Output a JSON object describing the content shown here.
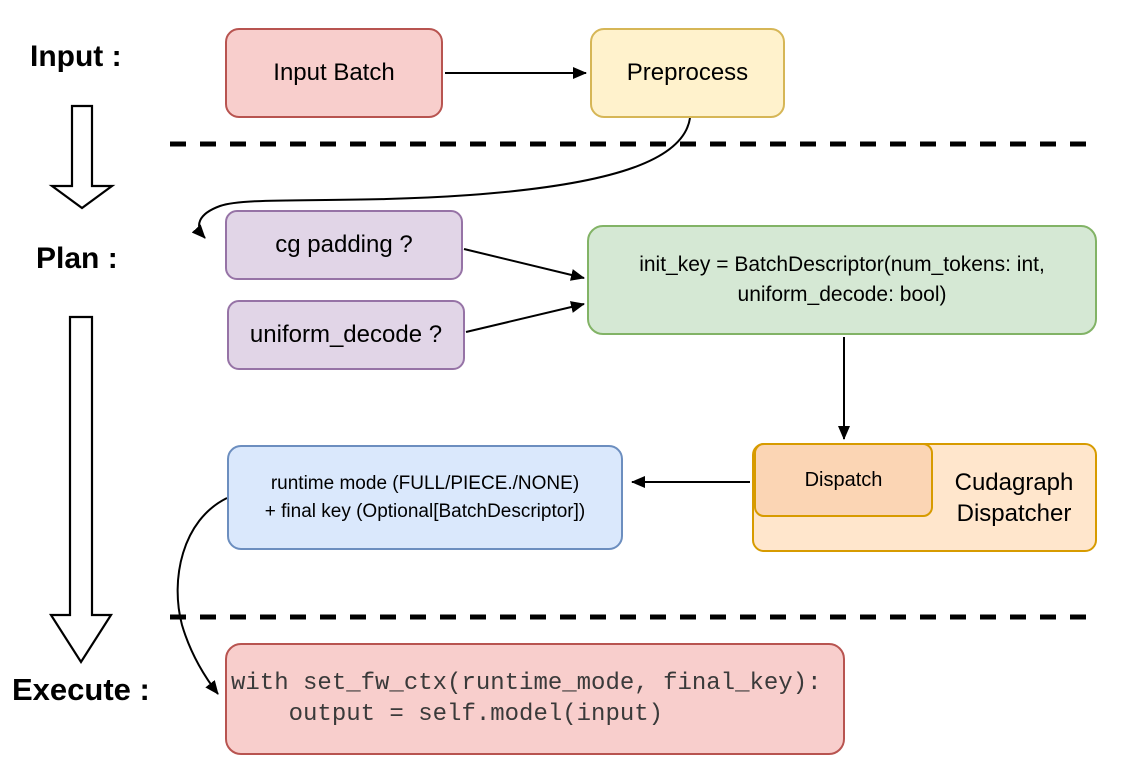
{
  "sections": {
    "input_label": "Input :",
    "plan_label": "Plan :",
    "execute_label": "Execute :"
  },
  "nodes": {
    "input_batch": {
      "label": "Input Batch",
      "fill": "#f8cecc",
      "stroke": "#b85450"
    },
    "preprocess": {
      "label": "Preprocess",
      "fill": "#fff2cc",
      "stroke": "#d6b656"
    },
    "cg_padding": {
      "label": "cg padding ?",
      "fill": "#e1d5e7",
      "stroke": "#9673a6"
    },
    "uniform_decode": {
      "label": "uniform_decode ?",
      "fill": "#e1d5e7",
      "stroke": "#9673a6"
    },
    "init_key": {
      "lines": [
        "init_key = BatchDescriptor(num_tokens: int,",
        "uniform_decode: bool)"
      ],
      "fill": "#d5e8d4",
      "stroke": "#82b366"
    },
    "dispatch": {
      "label": "Dispatch",
      "fill": "#fbd5b4",
      "stroke": "#d79b00"
    },
    "cudagraph_dispatcher": {
      "lines": [
        "Cudagraph",
        "Dispatcher"
      ],
      "fill": "#ffe6cc",
      "stroke": "#d79b00"
    },
    "runtime_final": {
      "lines": [
        "runtime mode (FULL/PIECE./NONE)",
        "+ final key (Optional[BatchDescriptor])"
      ],
      "fill": "#dae8fc",
      "stroke": "#6c8ebf"
    },
    "execute_code": {
      "lines": [
        "with set_fw_ctx(runtime_mode, final_key):",
        "    output = self.model(input)"
      ],
      "fill": "#f8cecc",
      "stroke": "#b85450"
    }
  },
  "connector_color": "#000000"
}
